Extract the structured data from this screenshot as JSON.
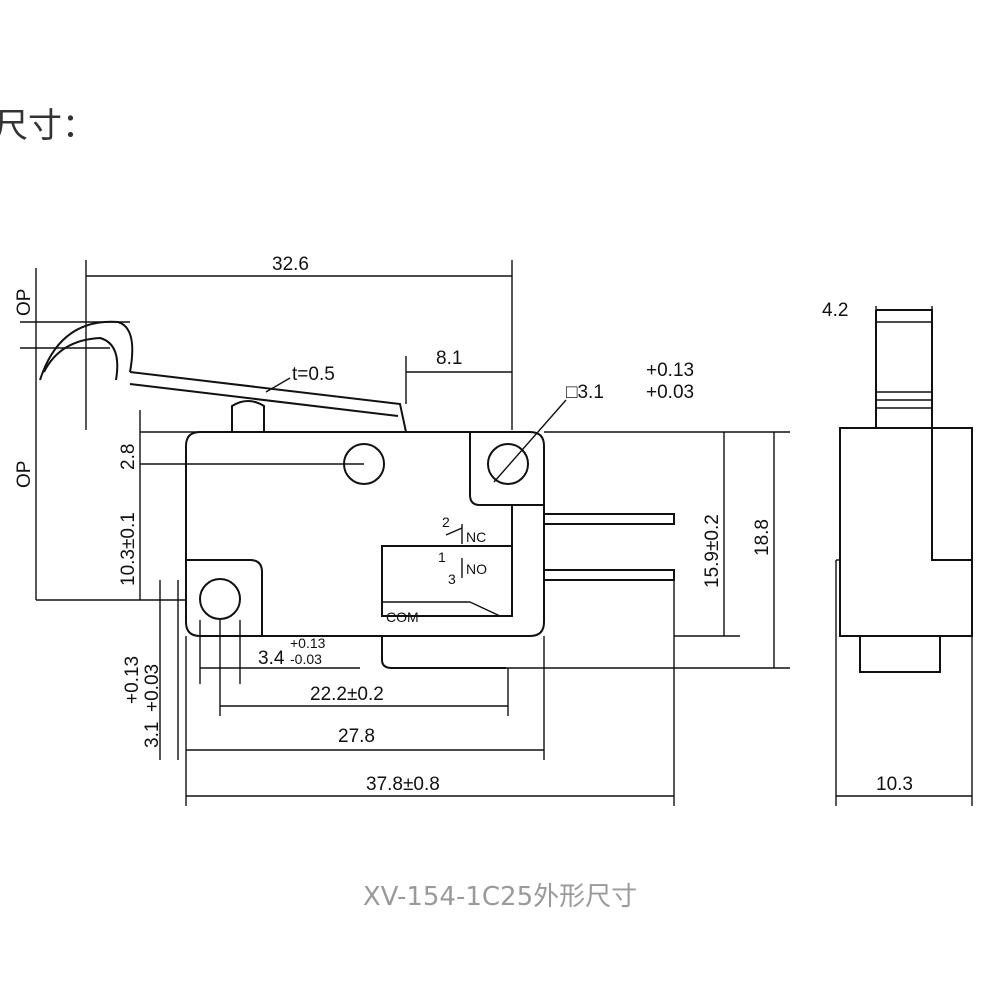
{
  "heading": "尺寸：",
  "caption": "XV-154-1C25外形尺寸",
  "dimensions": {
    "overall_length_with_lever": "32.6",
    "op_label": "OP",
    "thickness": "t=0.5",
    "lever_offset": "8.1",
    "mount_hole_square": "□3.1",
    "mount_hole_tol_upper": "+0.13",
    "mount_hole_tol_lower": "+0.03",
    "hole_offset": "2.8",
    "op_height": "10.3±0.1",
    "terminal_span": "15.9±0.2",
    "body_height": "18.8",
    "hole_edge_value": "3.4",
    "hole_edge_tol_upper": "+0.13",
    "hole_edge_tol_lower": "-0.03",
    "hole_pitch": "22.2±0.2",
    "body_length": "27.8",
    "total_length": "37.8±0.8",
    "left_hole_value": "3.1",
    "left_hole_tol_upper": "+0.13",
    "left_hole_tol_lower": "+0.03",
    "side_plunger_width": "4.2",
    "side_width": "10.3"
  },
  "terminals": {
    "nc": "NC",
    "no": "NO",
    "com": "COM",
    "pin1": "1",
    "pin2": "2",
    "pin3": "3"
  }
}
